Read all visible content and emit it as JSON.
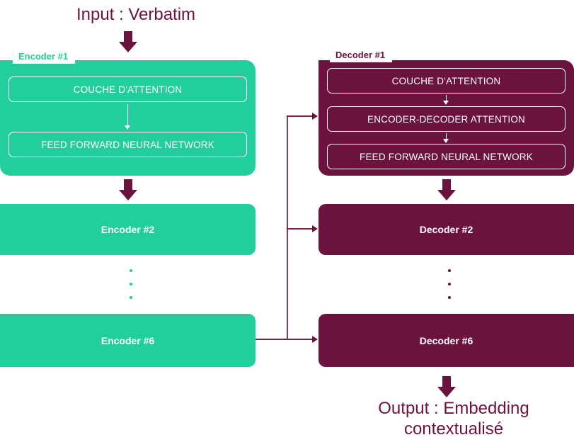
{
  "diagram": {
    "title_in": "Input : Verbatim",
    "title_out": "Output : Embedding\ncontextualisé",
    "colors": {
      "encoder": "#22CE9B",
      "decoder": "#6B133E",
      "connector": "#7A2348",
      "background": "#FFFFFF"
    },
    "encoder": {
      "label_1": "Encoder #1",
      "sublayers": [
        "COUCHE D'ATTENTION",
        "FEED FORWARD NEURAL NETWORK"
      ],
      "blocks": [
        "Encoder #2",
        "Encoder #6"
      ],
      "ellipsis": "⋮"
    },
    "decoder": {
      "label_1": "Decoder #1",
      "sublayers": [
        "COUCHE D'ATTENTION",
        "ENCODER-DECODER ATTENTION",
        "FEED FORWARD NEURAL NETWORK"
      ],
      "blocks": [
        "Decoder #2",
        "Decoder #6"
      ],
      "ellipsis": "⋮"
    }
  }
}
